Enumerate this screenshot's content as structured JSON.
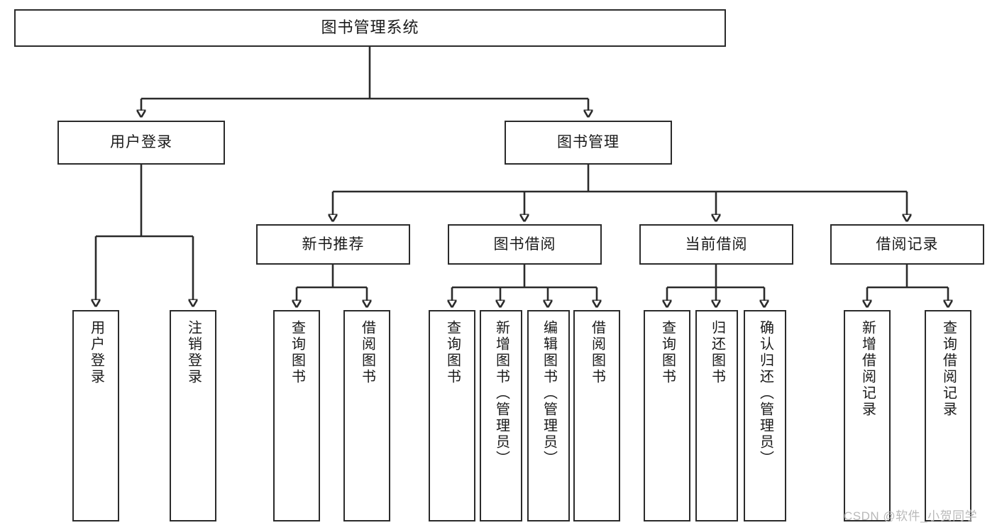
{
  "diagram": {
    "type": "tree",
    "title": "图书管理系统",
    "orientation": "top-down",
    "colors": {
      "node_border": "#2b2b2b",
      "node_fill": "#ffffff",
      "text": "#1a1a1a",
      "connector": "#2b2b2b",
      "watermark": "#b9b9b9"
    },
    "levels": {
      "root": {
        "label": "图书管理系统"
      },
      "level2": [
        {
          "id": "user-login",
          "label": "用户登录"
        },
        {
          "id": "book-manage",
          "label": "图书管理"
        }
      ],
      "level3": [
        {
          "id": "new-book-rec",
          "label": "新书推荐",
          "parent": "book-manage"
        },
        {
          "id": "book-borrow",
          "label": "图书借阅",
          "parent": "book-manage"
        },
        {
          "id": "current-borrow",
          "label": "当前借阅",
          "parent": "book-manage"
        },
        {
          "id": "borrow-record",
          "label": "借阅记录",
          "parent": "book-manage"
        }
      ],
      "leaves": [
        {
          "id": "leaf-1",
          "label": "用户登录",
          "parent": "user-login"
        },
        {
          "id": "leaf-2",
          "label": "注销登录",
          "parent": "user-login"
        },
        {
          "id": "leaf-3",
          "label": "查询图书",
          "parent": "new-book-rec"
        },
        {
          "id": "leaf-4",
          "label": "借阅图书",
          "parent": "new-book-rec"
        },
        {
          "id": "leaf-5",
          "label": "查询图书",
          "parent": "book-borrow"
        },
        {
          "id": "leaf-6",
          "label": "新增图书（管理员）",
          "parent": "book-borrow"
        },
        {
          "id": "leaf-7",
          "label": "编辑图书（管理员）",
          "parent": "book-borrow"
        },
        {
          "id": "leaf-8",
          "label": "借阅图书",
          "parent": "book-borrow"
        },
        {
          "id": "leaf-9",
          "label": "查询图书",
          "parent": "current-borrow"
        },
        {
          "id": "leaf-10",
          "label": "归还图书",
          "parent": "current-borrow"
        },
        {
          "id": "leaf-11",
          "label": "确认归还（管理员）",
          "parent": "current-borrow"
        },
        {
          "id": "leaf-12",
          "label": "新增借阅记录",
          "parent": "borrow-record"
        },
        {
          "id": "leaf-13",
          "label": "查询借阅记录",
          "parent": "borrow-record"
        }
      ]
    },
    "watermark": "CSDN @软件_小贺同学"
  }
}
